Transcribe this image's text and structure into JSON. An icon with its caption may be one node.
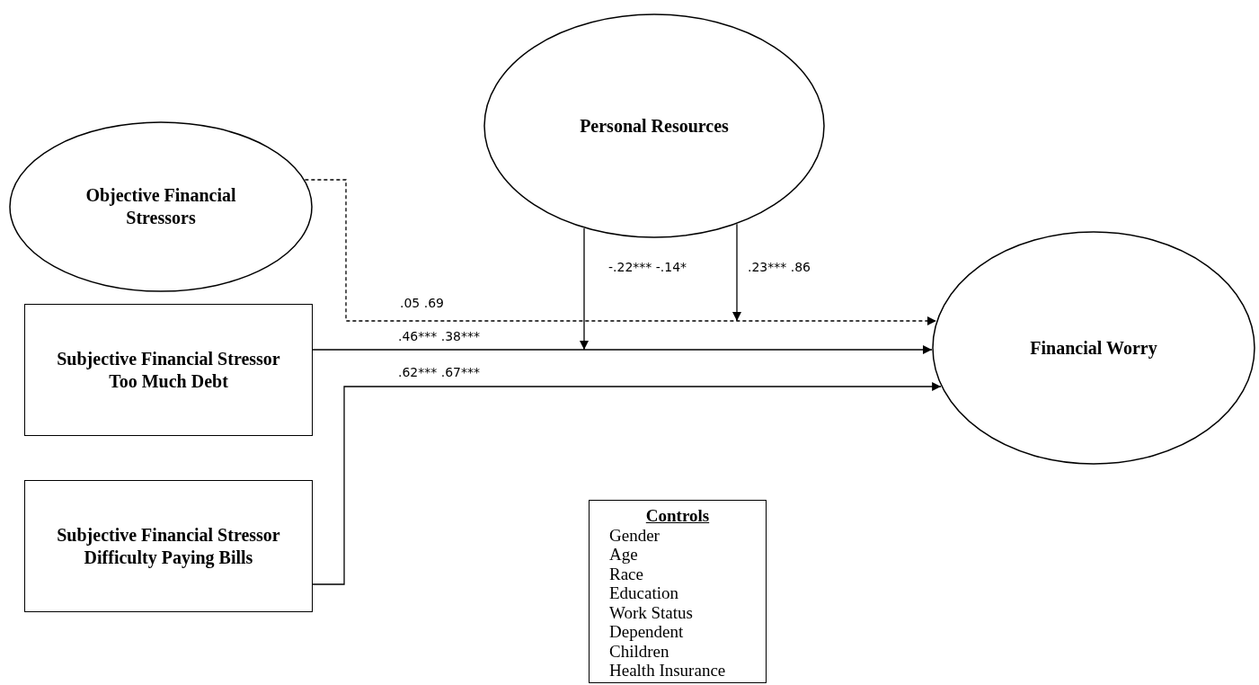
{
  "diagram": {
    "nodes": [
      {
        "text": [
          "Personal Resources"
        ]
      },
      {
        "text": [
          "Objective Financial Stressors"
        ]
      },
      {
        "text": [
          "Subjective Financial Stressor",
          "Too Much Debt"
        ]
      },
      {
        "text": [
          "Subjective Financial Stressor",
          "Difficulty Paying Bills"
        ]
      },
      {
        "text": [
          "Financial Worry"
        ]
      },
      {
        "text": [
          "Controls",
          "Gender",
          "Age",
          "Race",
          "Education",
          "Work Status",
          "Dependent",
          "Children",
          "Health Insurance"
        ]
      }
    ],
    "edges": [
      {
        "from": 1,
        "to": 4,
        "arrow": "to",
        "label": ".05 .69",
        "style": "dashed"
      },
      {
        "from": 2,
        "to": 4,
        "arrow": "to",
        "label": ".46*** .38***"
      },
      {
        "from": 3,
        "to": 4,
        "arrow": "to",
        "label": ".62*** .67***"
      },
      {
        "from": 0,
        "to": null,
        "arrow": "to",
        "label": "-.22*** -.14*"
      },
      {
        "from": 0,
        "to": null,
        "arrow": "to",
        "label": ".23*** .86"
      }
    ]
  }
}
